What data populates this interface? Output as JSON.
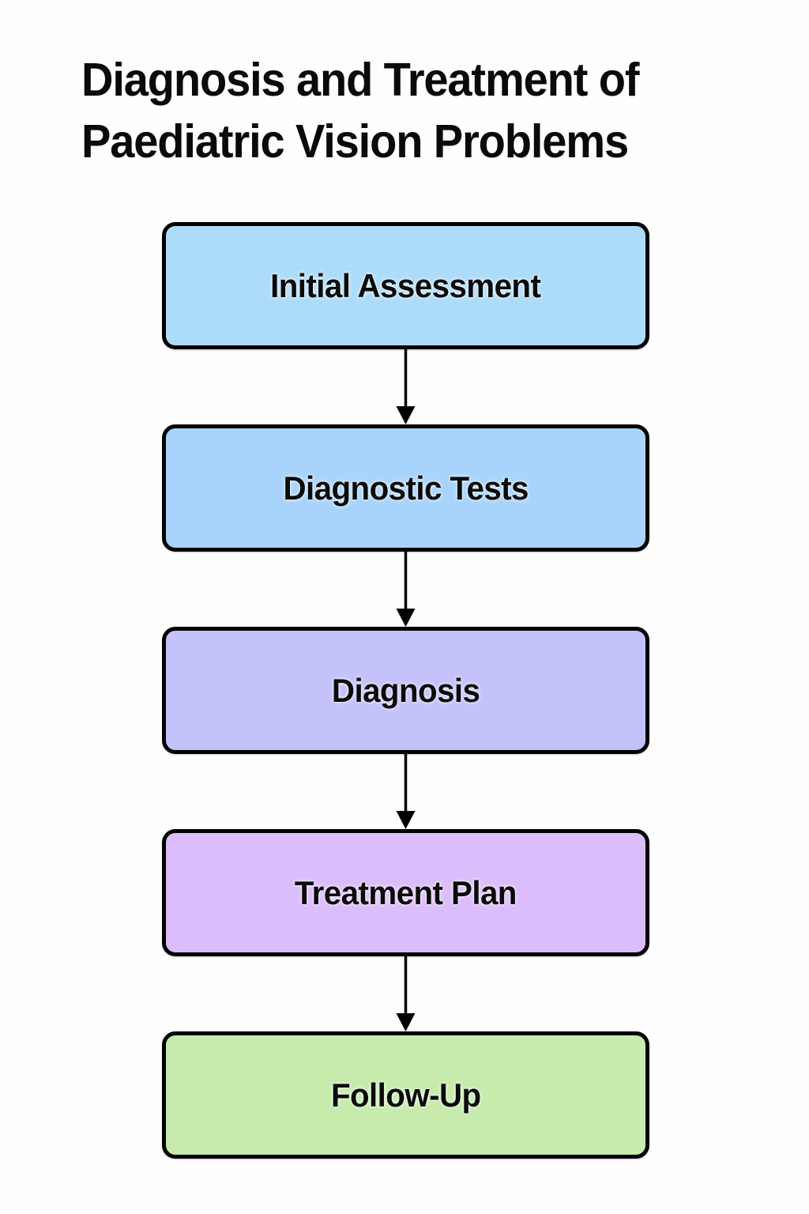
{
  "page": {
    "title_line_1": "Diagnosis and Treatment of",
    "title_line_2": "Paediatric Vision Problems",
    "title_full": "Diagnosis and Treatment of Paediatric Vision Problems",
    "background_color": "#fefefe",
    "text_color": "#0a0a0a"
  },
  "chart_data": {
    "type": "diagram",
    "diagram_type": "flowchart",
    "orientation": "top-to-bottom",
    "title": "Diagnosis and Treatment of Paediatric Vision Problems",
    "nodes": [
      {
        "id": "initial-assessment",
        "label": "Initial Assessment",
        "fill": "#ADDCFB",
        "border": "#000000",
        "order": 1
      },
      {
        "id": "diagnostic-tests",
        "label": "Diagnostic Tests",
        "fill": "#A8D4FB",
        "border": "#000000",
        "order": 2
      },
      {
        "id": "diagnosis",
        "label": "Diagnosis",
        "fill": "#C4C2FB",
        "border": "#000000",
        "order": 3
      },
      {
        "id": "treatment-plan",
        "label": "Treatment Plan",
        "fill": "#DCBDFB",
        "border": "#000000",
        "order": 4
      },
      {
        "id": "follow-up",
        "label": "Follow-Up",
        "fill": "#C6EBAC",
        "border": "#000000",
        "order": 5
      }
    ],
    "edges": [
      {
        "from": "initial-assessment",
        "to": "diagnostic-tests",
        "label": "",
        "style": "solid-arrow"
      },
      {
        "from": "diagnostic-tests",
        "to": "diagnosis",
        "label": "",
        "style": "solid-arrow"
      },
      {
        "from": "diagnosis",
        "to": "treatment-plan",
        "label": "",
        "style": "solid-arrow"
      },
      {
        "from": "treatment-plan",
        "to": "follow-up",
        "label": "",
        "style": "solid-arrow"
      }
    ],
    "arrow_color": "#000000",
    "legend": [],
    "annotations": []
  }
}
